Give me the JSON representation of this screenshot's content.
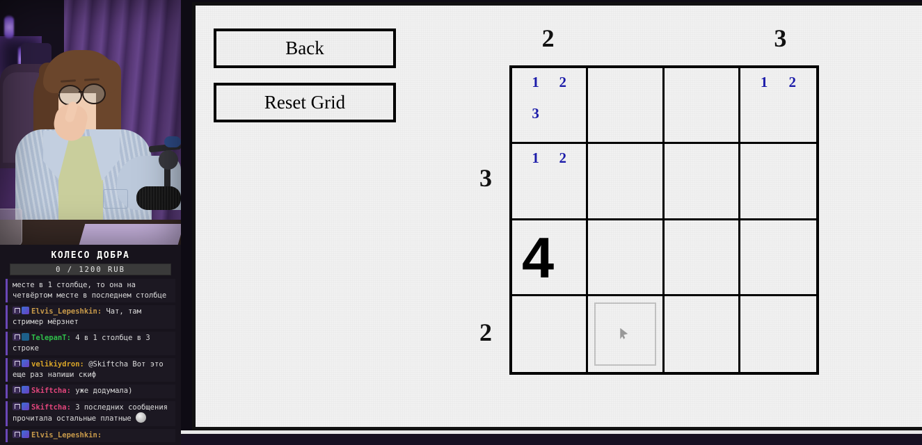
{
  "stream": {
    "webcam_alt": "streamer-webcam-purple-room",
    "overlay": {
      "title": "КОЛЕСО ДОБРА",
      "progress_label": "0 / 1200 RUB"
    },
    "chat": [
      {
        "name": "",
        "badges": [],
        "text": "месте в 1 столбце, то она на четвёртом месте в последнем столбце",
        "partial_top": true
      },
      {
        "name": "Elvis_Lepeshkin",
        "name_color": "#c89a4a",
        "badges": [
          "twitch-icon",
          "sub-badge-24"
        ],
        "text": "Чат, там стример мёрзнет"
      },
      {
        "name": "TelepanT",
        "name_color": "#2fbf4a",
        "badges": [
          "twitch-icon",
          "mod-badge"
        ],
        "text": "4 в 1 столбце в 3 строке"
      },
      {
        "name": "velikiydron",
        "name_color": "#d9a528",
        "badges": [
          "twitch-icon",
          "sub-badge-23"
        ],
        "text": "@Skiftcha Вот это еще раз напиши скиф"
      },
      {
        "name": "Skiftcha",
        "name_color": "#e0457b",
        "badges": [
          "twitch-icon",
          "broadcaster-badge"
        ],
        "text": "уже додумала)"
      },
      {
        "name": "Skiftcha",
        "name_color": "#e0457b",
        "badges": [
          "twitch-icon",
          "broadcaster-badge"
        ],
        "text": "3 последних сообщения прочитала остальные платные",
        "emote": true
      },
      {
        "name": "Elvis_Lepeshkin",
        "name_color": "#c89a4a",
        "badges": [
          "twitch-icon",
          "sub-badge-24"
        ],
        "text": "",
        "cut_off": true
      }
    ]
  },
  "game": {
    "buttons": {
      "back": "Back",
      "reset": "Reset Grid"
    },
    "colors": {
      "candidate_blue": "#1b1bab",
      "grid_line": "#000000",
      "page_background": "#f1f1f1",
      "hover_border": "#c2c2c2"
    },
    "grid": {
      "size": 4,
      "top_clues": [
        "2",
        "",
        "",
        "3"
      ],
      "left_clues": [
        "",
        "3",
        "",
        "2"
      ],
      "cells": [
        {
          "row": 1,
          "col": 1,
          "value": "",
          "candidates": [
            "1",
            "2",
            "3",
            ""
          ]
        },
        {
          "row": 1,
          "col": 2,
          "value": "",
          "candidates": [
            "",
            "",
            "",
            ""
          ]
        },
        {
          "row": 1,
          "col": 3,
          "value": "",
          "candidates": [
            "",
            "",
            "",
            ""
          ]
        },
        {
          "row": 1,
          "col": 4,
          "value": "",
          "candidates": [
            "1",
            "2",
            "",
            ""
          ]
        },
        {
          "row": 2,
          "col": 1,
          "value": "",
          "candidates": [
            "1",
            "2",
            "",
            ""
          ]
        },
        {
          "row": 2,
          "col": 2,
          "value": "",
          "candidates": [
            "",
            "",
            "",
            ""
          ]
        },
        {
          "row": 2,
          "col": 3,
          "value": "",
          "candidates": [
            "",
            "",
            "",
            ""
          ]
        },
        {
          "row": 2,
          "col": 4,
          "value": "",
          "candidates": [
            "",
            "",
            "",
            ""
          ]
        },
        {
          "row": 3,
          "col": 1,
          "value": "4",
          "candidates": [
            "",
            "",
            "",
            ""
          ]
        },
        {
          "row": 3,
          "col": 2,
          "value": "",
          "candidates": [
            "",
            "",
            "",
            ""
          ]
        },
        {
          "row": 3,
          "col": 3,
          "value": "",
          "candidates": [
            "",
            "",
            "",
            ""
          ]
        },
        {
          "row": 3,
          "col": 4,
          "value": "",
          "candidates": [
            "",
            "",
            "",
            ""
          ]
        },
        {
          "row": 4,
          "col": 1,
          "value": "",
          "candidates": [
            "",
            "",
            "",
            ""
          ]
        },
        {
          "row": 4,
          "col": 2,
          "value": "",
          "candidates": [
            "",
            "",
            "",
            ""
          ],
          "hovered": true
        },
        {
          "row": 4,
          "col": 3,
          "value": "",
          "candidates": [
            "",
            "",
            "",
            ""
          ]
        },
        {
          "row": 4,
          "col": 4,
          "value": "",
          "candidates": [
            "",
            "",
            "",
            ""
          ]
        }
      ]
    }
  }
}
